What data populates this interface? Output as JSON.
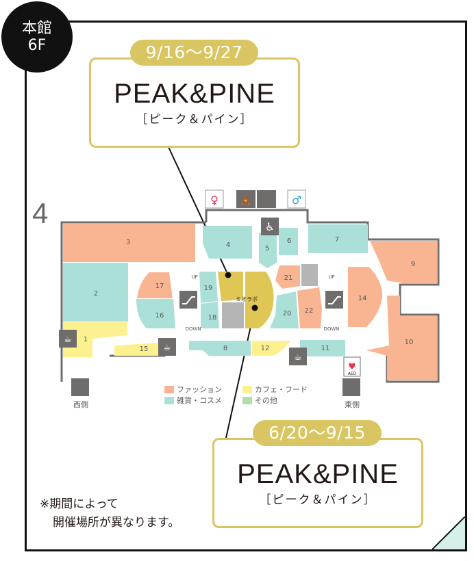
{
  "floor_badge": {
    "building": "本館",
    "floor": "6F"
  },
  "floor_side_marker": "4",
  "callouts": [
    {
      "date_range": "9/16〜9/27",
      "brand": "PEAK&PINE",
      "kana": "［ピーク＆パイン］"
    },
    {
      "date_range": "6/20〜9/15",
      "brand": "PEAK&PINE",
      "kana": "［ピーク＆パイン］"
    }
  ],
  "map": {
    "event_space_label": "ミオラボ",
    "stores": [
      "1",
      "2",
      "3",
      "4",
      "5",
      "6",
      "7",
      "8",
      "9",
      "10",
      "11",
      "12",
      "14",
      "15",
      "16",
      "17",
      "18",
      "19",
      "20",
      "21",
      "22"
    ],
    "escalator_labels": {
      "up": "UP",
      "down": "DOWN"
    },
    "elevators": [
      {
        "label": "西側"
      },
      {
        "label": "東側"
      }
    ],
    "aed_label": "AED"
  },
  "legend": [
    {
      "label": "ファッション",
      "color": "#f9b592"
    },
    {
      "label": "カフェ・フード",
      "color": "#fdf08f"
    },
    {
      "label": "雑貨・コスメ",
      "color": "#abe0d8"
    },
    {
      "label": "その他",
      "color": "#b2dfa9"
    }
  ],
  "colors": {
    "fashion": "#f9b592",
    "goods": "#abe0d8",
    "cafe": "#fdf08f",
    "event": "#dfc655",
    "other_gray": "#b5b5b5",
    "wall": "#6f6c6c",
    "accent_gold": "#d9c663"
  },
  "note": {
    "line1": "※期間によって",
    "line2": "開催場所が異なります。"
  }
}
